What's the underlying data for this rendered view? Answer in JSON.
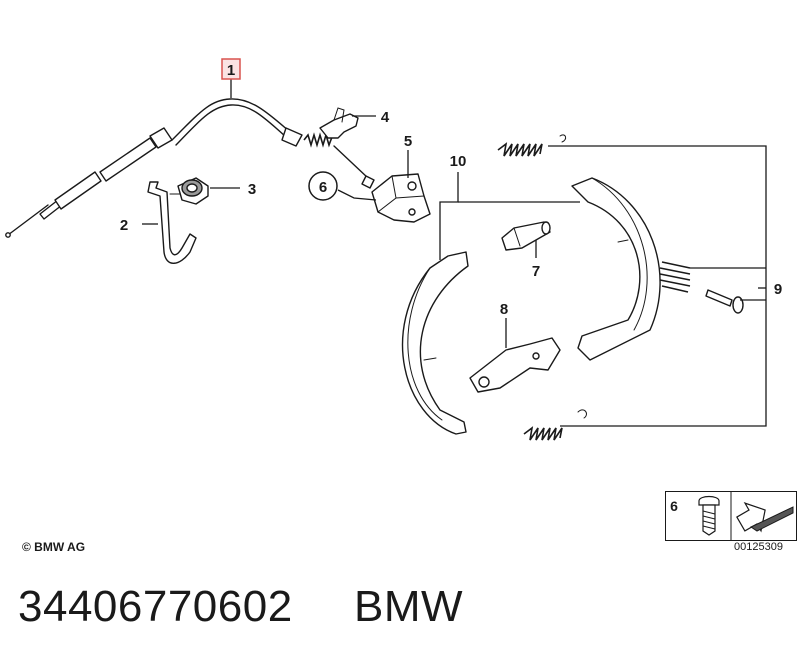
{
  "callouts": [
    {
      "id": "1",
      "label": "1"
    },
    {
      "id": "2",
      "label": "2"
    },
    {
      "id": "3",
      "label": "3"
    },
    {
      "id": "4",
      "label": "4"
    },
    {
      "id": "5",
      "label": "5"
    },
    {
      "id": "6",
      "label": "6"
    },
    {
      "id": "7",
      "label": "7"
    },
    {
      "id": "8",
      "label": "8"
    },
    {
      "id": "9",
      "label": "9"
    },
    {
      "id": "10",
      "label": "10"
    }
  ],
  "highlight_color": "#d9534f",
  "copyright": "© BMW AG",
  "legend": {
    "label": "6",
    "code": "00125309"
  },
  "part_number": "34406770602",
  "brand": "BMW"
}
